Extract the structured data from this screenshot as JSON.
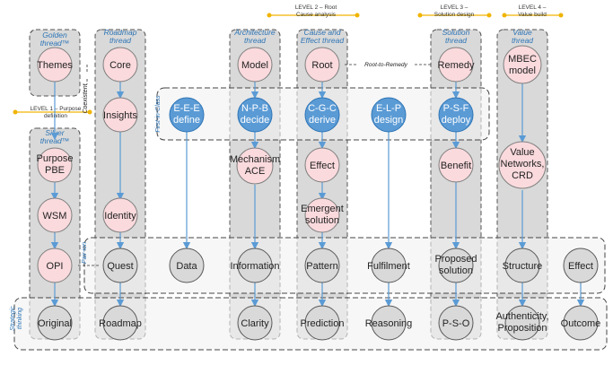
{
  "levels": {
    "level2": [
      "LEVEL 2 – Root",
      "Cause analysis"
    ],
    "level3": [
      "LEVEL 3 –",
      "Solution design"
    ],
    "level4": [
      "LEVEL 4 –",
      "Value build"
    ],
    "level1": [
      "LEVEL 1 – Purpose",
      "definition"
    ]
  },
  "threads": {
    "golden": [
      "Golden",
      "thread™"
    ],
    "roadmap": [
      "Roadmap",
      "thread"
    ],
    "architecture": [
      "Architecture",
      "thread"
    ],
    "cause_effect": [
      "Cause and",
      "Effect thread"
    ],
    "solution": [
      "Solution",
      "thread"
    ],
    "value": [
      "Value",
      "thread"
    ],
    "silver": [
      "Silver",
      "thread™"
    ]
  },
  "side_labels": {
    "first_in_class": "First-in-Class",
    "coexistent": "Coexistent",
    "pairs": "Pair-ion",
    "strategic": [
      "Strategic",
      "thinking"
    ],
    "root_to_remedy": "Root-to-Remedy"
  },
  "nodes": {
    "themes": "Themes",
    "core": "Core",
    "insights": "Insights",
    "model": "Model",
    "root": "Root",
    "remedy": "Remedy",
    "mbec": [
      "MBEC",
      "model"
    ],
    "purpose": [
      "Purpose",
      "PBE"
    ],
    "wsm": "WSM",
    "identity": "Identity",
    "opi": "OPI",
    "eee": [
      "E-E-E",
      "define"
    ],
    "npb": [
      "N-P-B",
      "decide"
    ],
    "cgc": [
      "C-G-C",
      "derive"
    ],
    "elp": [
      "E-L-P",
      "design"
    ],
    "psf": [
      "P-S-F",
      "deploy"
    ],
    "mechanism": [
      "Mechanism",
      "ACE"
    ],
    "effect_pink": "Effect",
    "emergent": [
      "Emergent",
      "solution"
    ],
    "benefit": "Benefit",
    "value_networks": [
      "Value",
      "Networks,",
      "CRD"
    ],
    "quest": "Quest",
    "data": "Data",
    "information": "Information",
    "pattern": "Pattern",
    "fulfilment": "Fulfilment",
    "proposed": [
      "Proposed",
      "solution"
    ],
    "structure": "Structure",
    "effect_grey": "Effect",
    "original": "Original",
    "roadmap": "Roadmap",
    "clarity": "Clarity",
    "prediction": "Prediction",
    "reasoning": "Reasoning",
    "pso": "P-S-O",
    "authenticity": [
      "Authenticity,",
      "Proposition"
    ],
    "outcome": "Outcome"
  },
  "colors": {
    "node_pink": "#fadadd",
    "node_blue": "#5b9bd5",
    "node_grey": "#d9d9d9",
    "arrow": "#5b9bd5",
    "level_marker": "#f0b400",
    "thread_label": "#2e75b6"
  }
}
